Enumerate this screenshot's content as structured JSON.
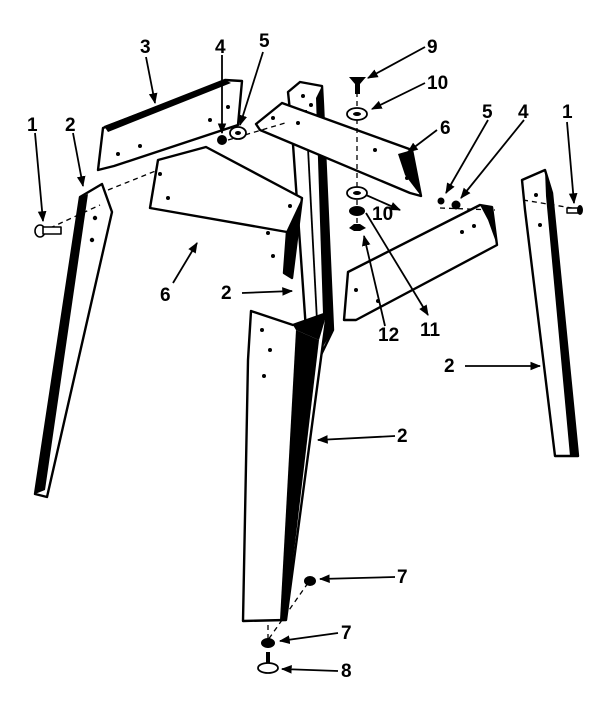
{
  "callouts": {
    "leg_left_bolt": "1",
    "leg_left": "2",
    "apron_back_left": "3",
    "nut_back_left": "4",
    "washer_back_left": "5",
    "apron_front_left": "6",
    "leg_front_upper": "2",
    "leg_front": "2",
    "foot_cap_upper": "7",
    "foot_cap_lower": "7",
    "foot_glide": "8",
    "top_screw": "9",
    "washer_top": "10",
    "apron_back_right": "6",
    "washer_mid": "10",
    "lockwasher": "11",
    "wingnut": "12",
    "washer_right": "5",
    "nut_right": "4",
    "bolt_right": "1",
    "leg_right": "2"
  }
}
